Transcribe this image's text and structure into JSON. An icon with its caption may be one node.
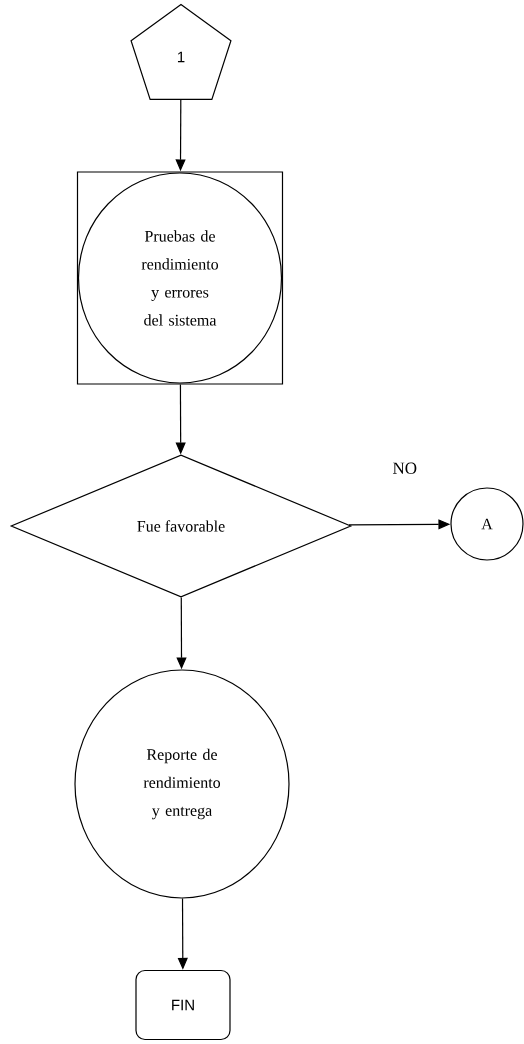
{
  "diagram": {
    "nodes": [
      {
        "text": [
          "1"
        ]
      },
      {
        "text": [],
        "shape": "box"
      },
      {
        "text": [
          "Pruebas de rendimiento y errores del sistema"
        ],
        "in": 1
      },
      {
        "text": [
          "Fue favorable"
        ]
      },
      {
        "text": [
          "A"
        ]
      },
      {
        "text": [
          "Reporte de rendimiento y entrega"
        ]
      },
      {
        "text": [
          "FIN"
        ]
      }
    ],
    "edges": [
      {
        "from": 0,
        "to": 1,
        "arrow": "to"
      },
      {
        "from": 1,
        "to": 3,
        "arrow": "to"
      },
      {
        "from": 3,
        "to": 4,
        "arrow": "to",
        "label": "NO"
      },
      {
        "from": 3,
        "to": 5,
        "arrow": "to"
      },
      {
        "from": 5,
        "to": 6,
        "arrow": "to"
      }
    ]
  }
}
